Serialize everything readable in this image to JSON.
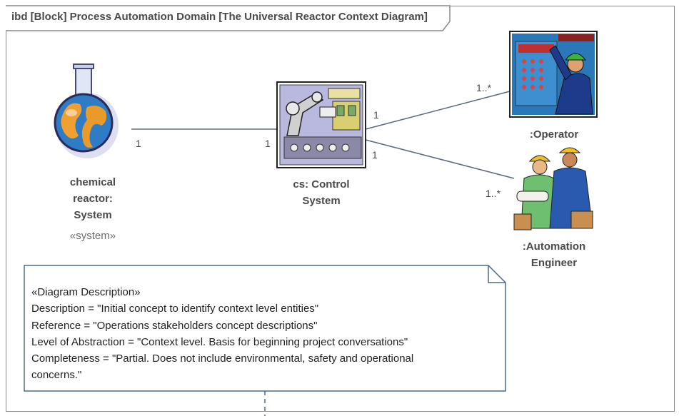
{
  "frame": {
    "title": "ibd [Block] Process Automation Domain [The Universal Reactor Context Diagram]"
  },
  "parts": {
    "reactor": {
      "name_line1": "chemical",
      "name_line2": "reactor:",
      "name_line3": "System",
      "stereotype": "«system»",
      "icon": "flask-globe-icon"
    },
    "control_system": {
      "name_line1": "cs: Control",
      "name_line2": "System",
      "icon": "robot-arm-machine-icon"
    },
    "operator": {
      "name": ":Operator",
      "icon": "operator-at-control-panel-icon"
    },
    "engineer": {
      "name_line1": ":Automation",
      "name_line2": "Engineer",
      "icon": "engineers-with-hardhats-icon"
    }
  },
  "connectors": {
    "reactor_cs": {
      "end_reactor": "1",
      "end_cs": "1"
    },
    "cs_operator": {
      "end_cs": "1",
      "end_operator": "1..*"
    },
    "cs_engineer": {
      "end_cs": "1",
      "end_engineer": "1..*"
    }
  },
  "note": {
    "stereotype": "«Diagram Description»",
    "description": "Description = \"Initial concept to identify context level entities\"",
    "reference": "Reference = \"Operations stakeholders concept descriptions\"",
    "level": "Level of Abstraction = \"Context level.  Basis for beginning project conversations\"",
    "completeness_line1": "Completeness = \"Partial.  Does not include environmental, safety and operational",
    "completeness_line2": "concerns.\""
  },
  "colors": {
    "frame_border": "#8a8a8a",
    "connector": "#5a6a7a",
    "note_border": "#4a6a8a",
    "text": "#4a4a4a"
  }
}
